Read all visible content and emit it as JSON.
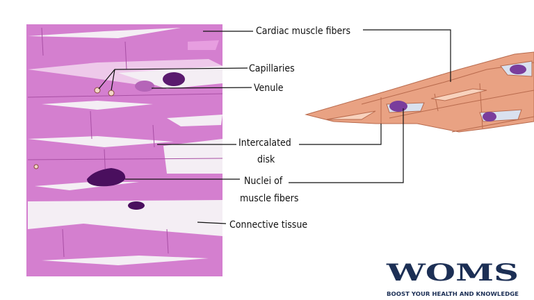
{
  "labels": {
    "cardiac_muscle_fibers": "Cardiac muscle fibers",
    "capillaries": "Capillaries",
    "venule": "Venule",
    "intercalated_disk_line1": "Intercalated",
    "intercalated_disk_line2": "disk",
    "nuclei_line1": "Nuclei of",
    "nuclei_line2": "muscle fibers",
    "connective_tissue": "Connective tissue"
  },
  "logo": {
    "text": "WOMS",
    "tagline": "BOOST YOUR HEALTH AND KNOWLEDGE"
  },
  "colors": {
    "tissue_pink": "#d47fcf",
    "nucleus": "#5a1a6e",
    "fiber_salmon": "#e9a283",
    "logo_navy": "#1c2f55"
  }
}
